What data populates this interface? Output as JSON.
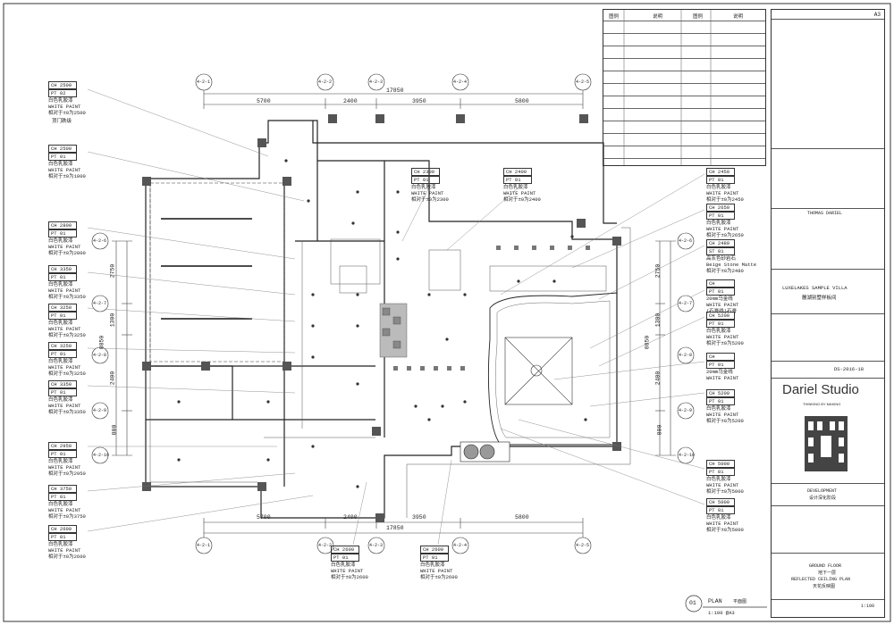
{
  "sheet_number": "A3",
  "grid_labels_top": [
    "4-2-1",
    "4-2-2",
    "4-2-3",
    "4-2-4",
    "4-2-5"
  ],
  "grid_labels_left": [
    "4-2-6",
    "4-2-7",
    "4-2-8",
    "4-2-9",
    "4-2-10"
  ],
  "dims_top": {
    "total": "17850",
    "segments": [
      "5700",
      "2400",
      "3950",
      "5800"
    ]
  },
  "dims_bottom": {
    "total": "17850",
    "segments": [
      "5700",
      "2400",
      "3950",
      "5800"
    ]
  },
  "dims_left": {
    "total": "8850",
    "segments": [
      "2750",
      "1300",
      "2400",
      "800"
    ]
  },
  "dims_right": {
    "total": "8850",
    "segments": [
      "2750",
      "1300",
      "2400",
      "800"
    ]
  },
  "left_tags": [
    {
      "ch": "CH  2500",
      "pt": "PT  02",
      "l1": "白色乳胶漆",
      "l2": "WHITE PAINT",
      "l3": "相对于±0为2500"
    },
    {
      "ch": "CH  2500",
      "pt": "PT  01",
      "l1": "白色乳胶漆",
      "l2": "WHITE PAINT",
      "l3": "相对于±0为1000"
    },
    {
      "ch": "CH  2800",
      "pt": "PT  01",
      "l1": "白色乳胶漆",
      "l2": "WHITE PAINT",
      "l3": "相对于±0为2800"
    },
    {
      "ch": "CH  3350",
      "pt": "PT  01",
      "l1": "白色乳胶漆",
      "l2": "WHITE PAINT",
      "l3": "相对于±0为3350"
    },
    {
      "ch": "CH  3250",
      "pt": "PT  01",
      "l1": "白色乳胶漆",
      "l2": "WHITE PAINT",
      "l3": "相对于±0为3250"
    },
    {
      "ch": "CH  3250",
      "pt": "PT  01",
      "l1": "白色乳胶漆",
      "l2": "WHITE PAINT",
      "l3": "相对于±0为3250"
    },
    {
      "ch": "CH  3350",
      "pt": "PT  01",
      "l1": "白色乳胶漆",
      "l2": "WHITE PAINT",
      "l3": "相对于±0为3350"
    },
    {
      "ch": "CH  2950",
      "pt": "PT  01",
      "l1": "白色乳胶漆",
      "l2": "WHITE PAINT",
      "l3": "相对于±0为2950"
    },
    {
      "ch": "CH  3750",
      "pt": "PT  01",
      "l1": "白色乳胶漆",
      "l2": "WHITE PAINT",
      "l3": "相对于±0为3750"
    },
    {
      "ch": "CH  2600",
      "pt": "PT  01",
      "l1": "白色乳胶漆",
      "l2": "WHITE PAINT",
      "l3": "相对于±0为2600"
    }
  ],
  "left_note": "顶门跌级",
  "right_tags": [
    {
      "ch": "CH  2450",
      "pt": "PT  01",
      "l1": "白色乳胶漆",
      "l2": "WHITE PAINT",
      "l3": "相对于±0为2450"
    },
    {
      "ch": "CH  2650",
      "pt": "PT  01",
      "l1": "白色乳胶漆",
      "l2": "WHITE PAINT",
      "l3": "相对于±0为2650"
    },
    {
      "ch": "CH  2480",
      "pt": "ST  01",
      "l1": "高灰色砂岩石",
      "l2": "Beige Stone Matte",
      "l3": "相对于±0为2480"
    },
    {
      "ch": "CH",
      "pt": "PT  01",
      "l1": "20mm乌金线",
      "l2": "WHITE PAINT",
      "l3": "(石膏线)石膏"
    },
    {
      "ch": "CH  5200",
      "pt": "PT  01",
      "l1": "白色乳胶漆",
      "l2": "WHITE PAINT",
      "l3": "相对于±0为5200"
    },
    {
      "ch": "CH",
      "pt": "PT  01",
      "l1": "20mm乌金线",
      "l2": "WHITE PAINT",
      "l3": ""
    },
    {
      "ch": "CH  5200",
      "pt": "PT  01",
      "l1": "白色乳胶漆",
      "l2": "WHITE PAINT",
      "l3": "相对于±0为5200"
    },
    {
      "ch": "CH  5000",
      "pt": "PT  01",
      "l1": "白色乳胶漆",
      "l2": "WHITE PAINT",
      "l3": "相对于±0为5000"
    },
    {
      "ch": "CH  5000",
      "pt": "PT  01",
      "l1": "白色乳胶漆",
      "l2": "WHITE PAINT",
      "l3": "相对于±0为5000"
    }
  ],
  "top_tags": [
    {
      "ch": "CH  2300",
      "pt": "PT  01",
      "l1": "白色乳胶漆",
      "l2": "WHITE PAINT",
      "l3": "相对于±0为2300"
    },
    {
      "ch": "CH  2400",
      "pt": "PT  01",
      "l1": "白色乳胶漆",
      "l2": "WHITE PAINT",
      "l3": "相对于±0为2400"
    }
  ],
  "bottom_tags": [
    {
      "ch": "CH  2600",
      "pt": "PT  01",
      "l1": "白色乳胶漆",
      "l2": "WHITE PAINT",
      "l3": "相对于±0为2600"
    },
    {
      "ch": "CH  2600",
      "pt": "PT  01",
      "l1": "白色乳胶漆",
      "l2": "WHITE PAINT",
      "l3": "相对于±0为2600"
    }
  ],
  "legend": {
    "headers": [
      "图例",
      "说明",
      "图例",
      "说明"
    ]
  },
  "plan_label": {
    "num": "01",
    "title": "PLAN",
    "scale": "1:100 @A3",
    "cn": "平面图"
  },
  "title_block": {
    "designer": "THOMAS DARIEL",
    "project": "LUXELAKES SAMPLE VILLA",
    "project_cn": "麓湖别墅样板间",
    "drawing_no": "DS-2016-18",
    "company": "Dariel Studio",
    "company_tagline": "THINKING BY MAKING",
    "stage": "DEVELOPMENT",
    "stage_cn": "设计深化阶段",
    "title_en1": "GROUND FLOOR",
    "title_cn1": "地下一层",
    "title_en2": "REFLECTED CEILING PLAN",
    "title_cn2": "天花反映图",
    "scale": "1:100"
  }
}
